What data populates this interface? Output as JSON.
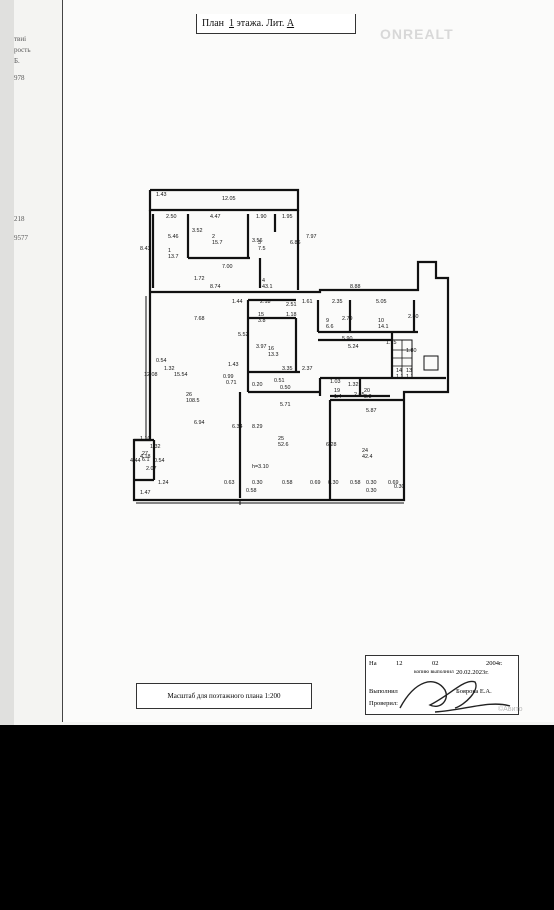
{
  "header": {
    "title_prefix": "План",
    "floor": "1",
    "title_middle": "этажа. Лит.",
    "letter": "А"
  },
  "watermark": "ONREALT",
  "margin_fragments": [
    "твиі",
    "рость",
    "Б.",
    "978",
    "218",
    "9577"
  ],
  "scale_note": "Масштаб для поэтажного плана 1:200",
  "stamp": {
    "na_label": "На",
    "day": "12",
    "month": "02",
    "year": "2004г.",
    "copy_label": "копию выполнил",
    "copy_date": "20.02.2023г.",
    "executed_label": "Выполнил",
    "executor": "Боярова Е.А.",
    "checked_label": "Проверил:"
  },
  "bottom_mark": "©Авито",
  "plan": {
    "rooms": [
      {
        "num": "1",
        "area": "13.7"
      },
      {
        "num": "2",
        "area": "15.7"
      },
      {
        "num": "3",
        "area": "7.5"
      },
      {
        "num": "4",
        "area": "43.1"
      },
      {
        "num": "9",
        "area": "6.6"
      },
      {
        "num": "10",
        "area": "14.1"
      },
      {
        "num": "15",
        "area": "3.8"
      },
      {
        "num": "16",
        "area": "13.3"
      },
      {
        "num": "26",
        "area": "108.5"
      },
      {
        "num": "25",
        "area": "52.6"
      },
      {
        "num": "24",
        "area": "42.4"
      },
      {
        "num": "19",
        "area": "1.4"
      },
      {
        "num": "20",
        "area": "3.3"
      },
      {
        "num": "27",
        "area": "6.1"
      },
      {
        "num": "14",
        "area": "1.1"
      },
      {
        "num": "13",
        "area": "1.1"
      }
    ],
    "dimensions": [
      "12.05",
      "1.43",
      "2.50",
      "4.47",
      "1.90",
      "1.95",
      "8.43",
      "5.46",
      "3.52",
      "3.56",
      "6.86",
      "7.97",
      "7.00",
      "1.72",
      "8.74",
      "8.88",
      "2.35",
      "5.05",
      "2.80",
      "2.18",
      "2.51",
      "1.61",
      "1.44",
      "7.68",
      "5.52",
      "3.97",
      "1.18",
      "2.79",
      "5.90",
      "5.24",
      "1.15",
      "1.80",
      "12.08",
      "0.54",
      "1.32",
      "15.54",
      "1.43",
      "0.99",
      "3.35",
      "2.37",
      "0.71",
      "0.20",
      "0.51",
      "0.50",
      "1.03",
      "1.32",
      "2.65",
      "5.71",
      "5.87",
      "6.94",
      "6.34",
      "8.29",
      "6.28",
      "1.10",
      "4.44",
      "4.18",
      "1.32",
      "2.07",
      "0.54",
      "1.24",
      "1.47",
      "0.63",
      "0.30",
      "0.58",
      "0.69",
      "0.30",
      "0.58",
      "0.30",
      "0.69",
      "0.30",
      "0.58",
      "0.30"
    ],
    "ceiling_height": "h=3.10"
  }
}
